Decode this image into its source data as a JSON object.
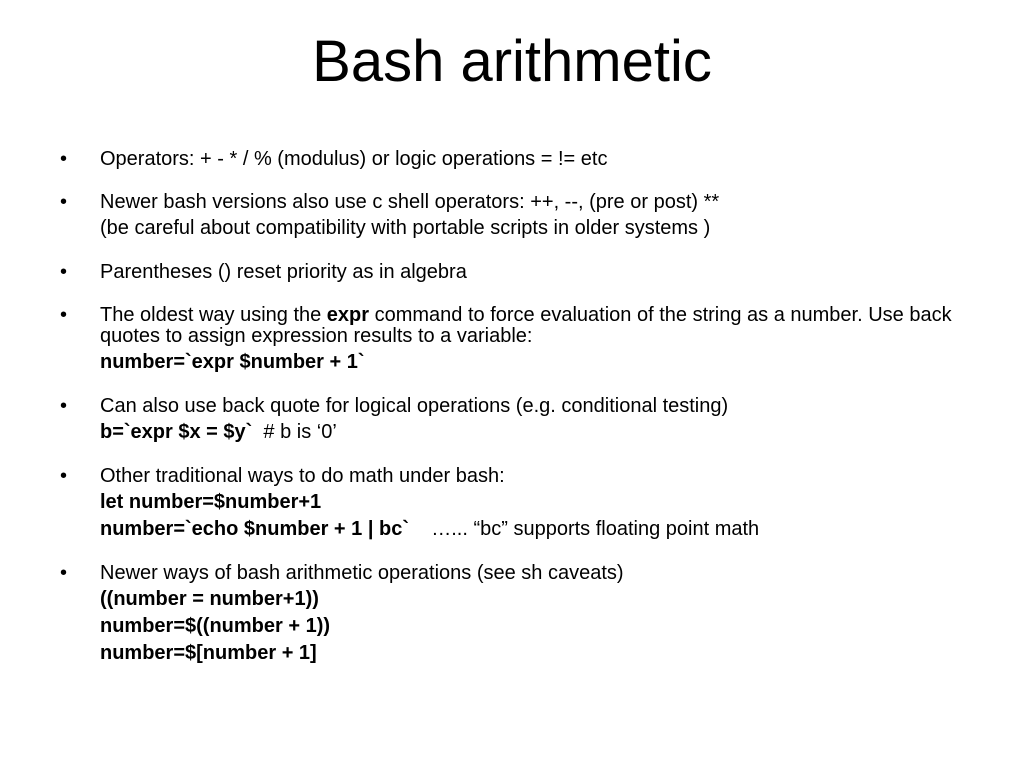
{
  "slide": {
    "title": "Bash arithmetic",
    "bullet_glyph": "•",
    "bullets": [
      {
        "text": "Operators: + - * / % (modulus) or logic operations = != etc"
      },
      {
        "text": "Newer bash versions also use c shell operators: ++, --, (pre or post) **",
        "sub": "(be careful about compatibility with portable scripts in older systems )"
      },
      {
        "text": "Parentheses () reset priority as in algebra"
      },
      {
        "text_before": "The oldest way using the ",
        "text_bold": "expr",
        "text_after": " command to force evaluation of the string as a number.  Use back quotes to assign expression results to a variable:",
        "code": "number=`expr $number + 1`"
      },
      {
        "text": "Can also use back quote for logical operations (e.g. conditional testing)",
        "code": "b=`expr $x = $y`",
        "comment": "  # b is ‘0’"
      },
      {
        "text": "Other traditional ways to do math under bash:",
        "code1": "let number=$number+1",
        "code2": "number=`echo $number + 1 | bc`",
        "comment2": "    …... “bc” supports floating point math"
      },
      {
        "text": "Newer ways of bash arithmetic operations (see sh caveats)",
        "code1": "((number = number+1))",
        "code2": "number=$((number + 1))",
        "code3": "number=$[number + 1]"
      }
    ]
  }
}
